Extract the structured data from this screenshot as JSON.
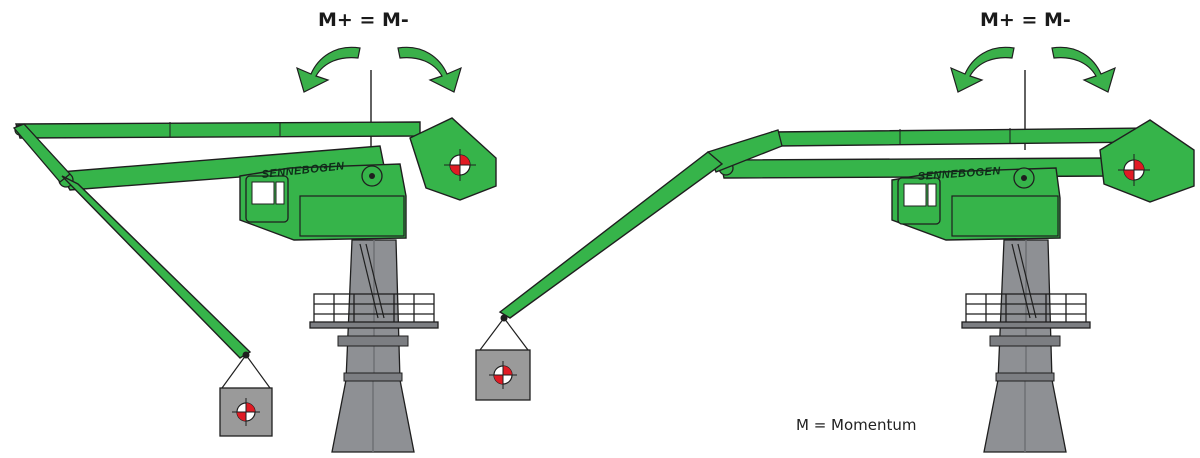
{
  "left_crane": {
    "equation": "M+ =  M-",
    "brand": "SENNEBOGEN"
  },
  "right_crane": {
    "equation": "M+ =  M-",
    "brand": "SENNEBOGEN"
  },
  "legend": {
    "text": "M = Momentum"
  },
  "colors": {
    "boom": "#36b44a",
    "outline": "#1f1f1f",
    "column": "#8e9094",
    "column_dark": "#6f7175",
    "load": "#9a9a9a",
    "target_red": "#e01b24",
    "arrow": "#3ab04a"
  }
}
